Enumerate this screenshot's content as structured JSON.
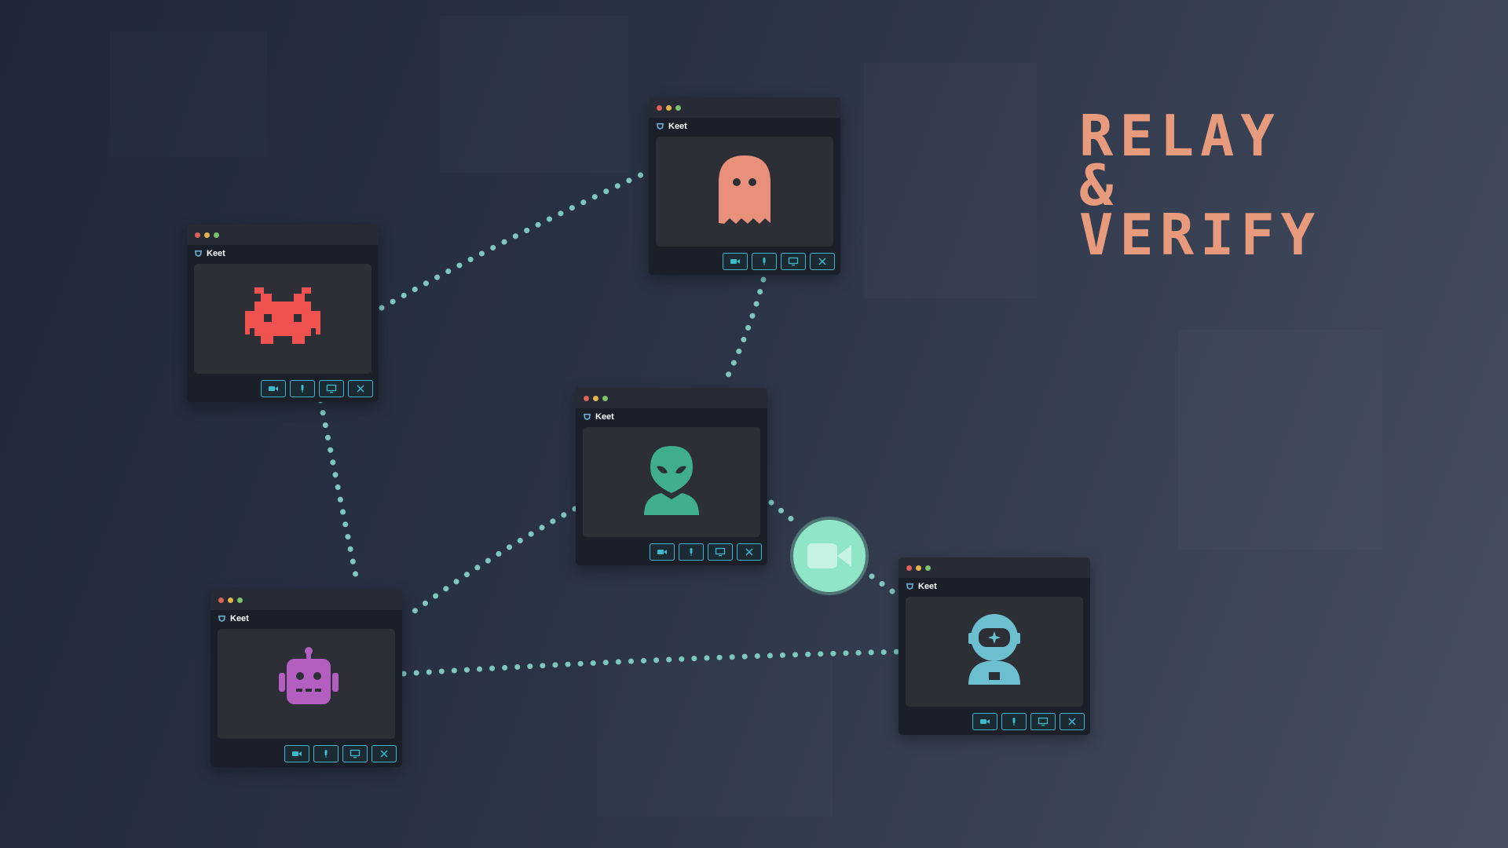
{
  "headline": {
    "line1": "RELAY",
    "line2": "&",
    "line3": "VERIFY",
    "color": "#e89a7d"
  },
  "windows": [
    {
      "id": "invader",
      "app_name": "Keet",
      "avatar_icon": "space-invader-icon",
      "avatar_color": "#f0524f"
    },
    {
      "id": "ghost",
      "app_name": "Keet",
      "avatar_icon": "ghost-icon",
      "avatar_color": "#e8907a"
    },
    {
      "id": "alien",
      "app_name": "Keet",
      "avatar_icon": "alien-icon",
      "avatar_color": "#3fae8c"
    },
    {
      "id": "robot",
      "app_name": "Keet",
      "avatar_icon": "robot-icon",
      "avatar_color": "#b35ec0"
    },
    {
      "id": "astronaut",
      "app_name": "Keet",
      "avatar_icon": "astronaut-icon",
      "avatar_color": "#6cbfcf"
    }
  ],
  "window_controls": [
    "camera-icon",
    "microphone-icon",
    "screen-share-icon",
    "close-icon"
  ],
  "hub": {
    "icon": "video-camera-icon",
    "color": "#8ee6c6"
  },
  "link_color": "#7ec7bf",
  "control_accent": "#3fb8c9"
}
